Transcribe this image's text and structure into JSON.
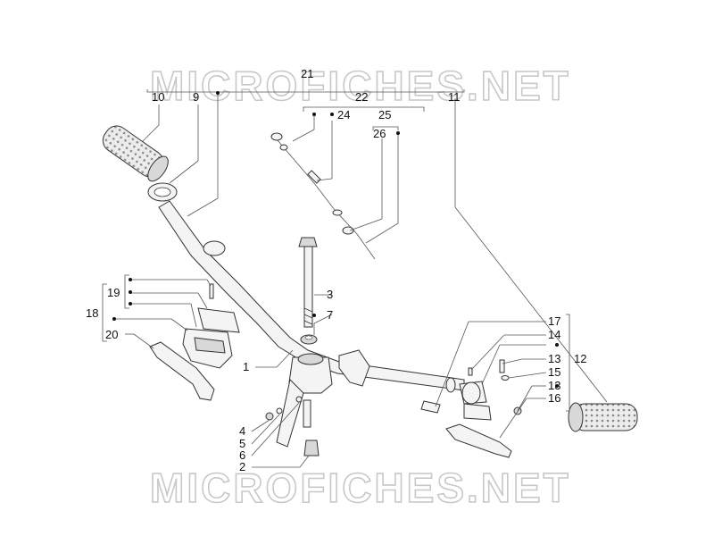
{
  "watermark": {
    "top": "MICROFICHES.NET",
    "bottom": "MICROFICHES.NET"
  },
  "labels": {
    "l1": "1",
    "l2": "2",
    "l3": "3",
    "l4": "4",
    "l5": "5",
    "l6": "6",
    "l7": "7",
    "l9": "9",
    "l10": "10",
    "l11": "11",
    "l12": "12",
    "l13a": "13",
    "l13b": "13",
    "l14": "14",
    "l15": "15",
    "l16": "16",
    "l17": "17",
    "l18": "18",
    "l19": "19",
    "l20": "20",
    "l21": "21",
    "l22": "22",
    "l24": "24",
    "l25": "25",
    "l26": "26"
  }
}
